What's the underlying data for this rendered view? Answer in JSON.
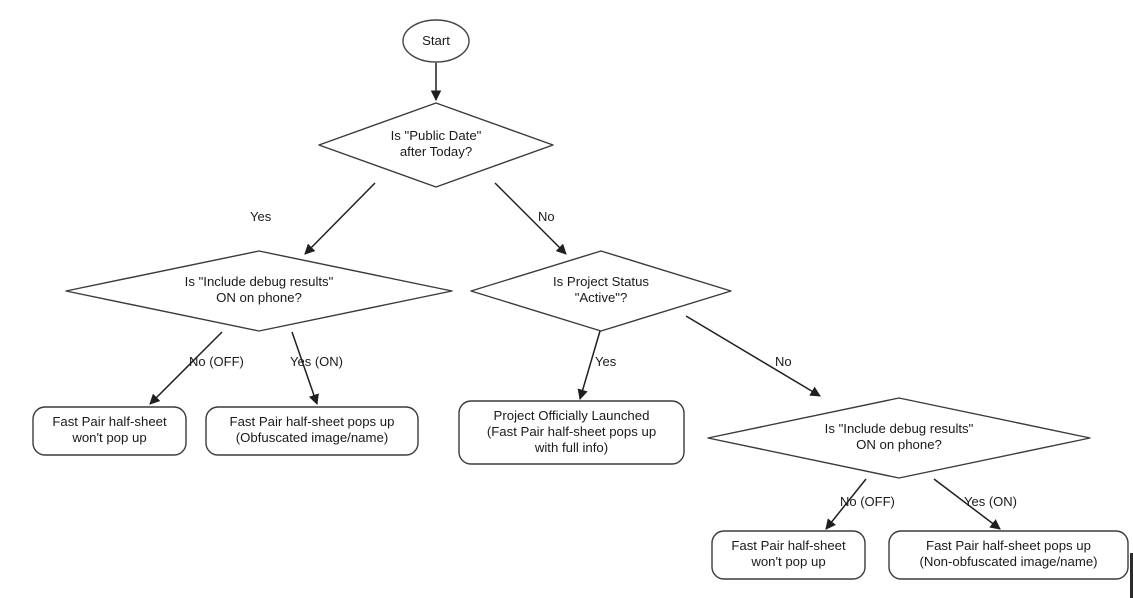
{
  "diagram": {
    "title": "Fast Pair Half-Sheet Decision Flowchart",
    "stroke_color": "#3b3b3b",
    "fill_color": "#ffffff",
    "text_color": "#1a1a1a"
  },
  "nodes": {
    "start": {
      "type": "terminal-ellipse",
      "label": "Start"
    },
    "public_date": {
      "type": "decision",
      "line1": "Is \"Public Date\"",
      "line2": "after Today?"
    },
    "debug_left": {
      "type": "decision",
      "line1": "Is \"Include debug results\"",
      "line2": "ON on phone?"
    },
    "project_status": {
      "type": "decision",
      "line1": "Is Project Status",
      "line2": "\"Active\"?"
    },
    "debug_right": {
      "type": "decision",
      "line1": "Is \"Include debug results\"",
      "line2": "ON on phone?"
    },
    "result_left_off": {
      "type": "process-rounded",
      "line1": "Fast Pair half-sheet",
      "line2": "won't pop up"
    },
    "result_left_on": {
      "type": "process-rounded",
      "line1": "Fast Pair half-sheet pops up",
      "line2": "(Obfuscated image/name)"
    },
    "result_launched": {
      "type": "process-rounded",
      "line1": "Project Officially Launched",
      "line2": "(Fast Pair half-sheet pops up",
      "line3": "with full info)"
    },
    "result_right_off": {
      "type": "process-rounded",
      "line1": "Fast Pair half-sheet",
      "line2": "won't pop up"
    },
    "result_right_on": {
      "type": "process-rounded",
      "line1": "Fast Pair half-sheet pops up",
      "line2": "(Non-obfuscated image/name)"
    }
  },
  "edge_labels": {
    "public_date_yes": "Yes",
    "public_date_no": "No",
    "debug_left_no": "No (OFF)",
    "debug_left_yes": "Yes (ON)",
    "project_status_yes": "Yes",
    "project_status_no": "No",
    "debug_right_no": "No (OFF)",
    "debug_right_yes": "Yes (ON)"
  }
}
